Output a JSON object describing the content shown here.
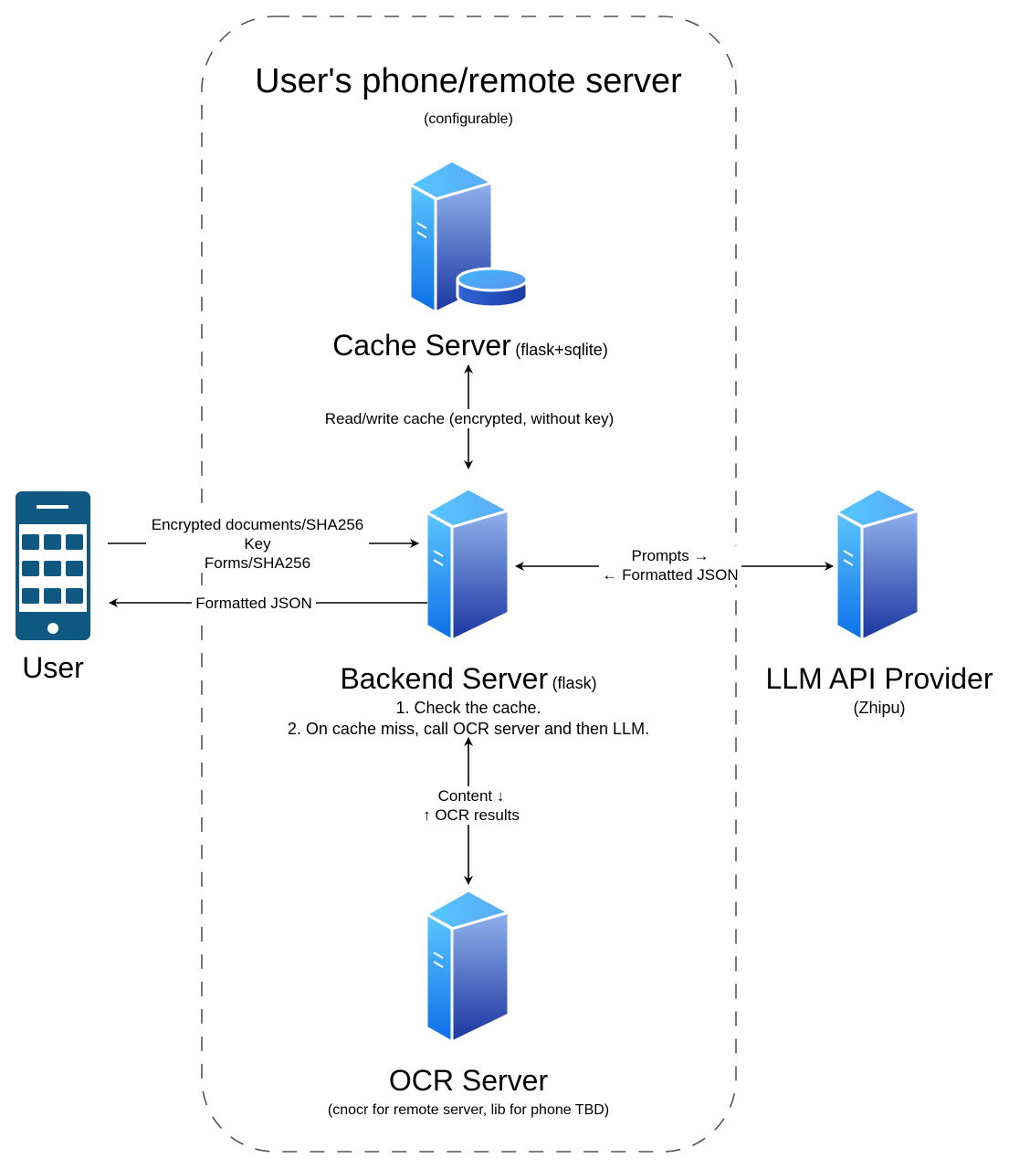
{
  "container": {
    "title": "User's phone/remote server",
    "subtitle": "(configurable)"
  },
  "nodes": {
    "cache": {
      "name": "Cache Server",
      "detail": "(flask+sqlite)"
    },
    "backend": {
      "name": "Backend Server",
      "detail": "(flask)",
      "steps": [
        "1. Check the cache.",
        "2. On cache miss, call OCR server and then LLM."
      ]
    },
    "ocr": {
      "name": "OCR Server",
      "detail": "(cnocr for remote server, lib for phone TBD)"
    },
    "llm": {
      "name": "LLM API Provider",
      "detail": "(Zhipu)"
    },
    "user": {
      "name": "User"
    }
  },
  "edges": {
    "cache_backend": {
      "label": "Read/write cache (encrypted, without key)"
    },
    "user_to_backend": {
      "lines": [
        "Encrypted documents/SHA256",
        "Key",
        "Forms/SHA256"
      ]
    },
    "backend_to_user": {
      "label": "Formatted JSON"
    },
    "backend_llm": {
      "lines": [
        "Prompts →",
        "← Formatted JSON"
      ]
    },
    "backend_ocr": {
      "lines": [
        "Content ↓",
        "↑ OCR results"
      ]
    }
  },
  "colors": {
    "server_light": "#6ec3ff",
    "server_dark": "#1a3a9c",
    "phone": "#0e5882",
    "border": "#555555"
  },
  "icons": [
    "server-icon",
    "database-icon",
    "smartphone-icon"
  ]
}
